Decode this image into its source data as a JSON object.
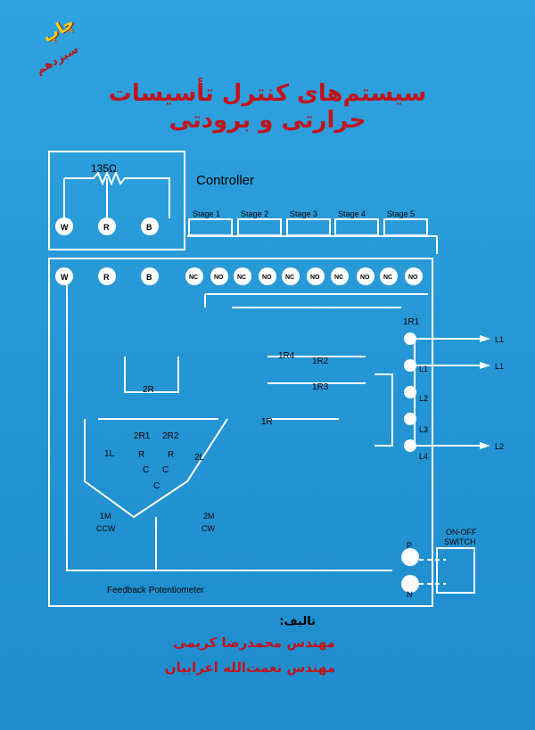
{
  "cover": {
    "badge_text": "چاپ",
    "badge_sub": "سیزدهم",
    "title": "سیستم‌های کنترل تأسیسات حرارتی و برودتی",
    "authors_heading": "تالیف:",
    "authors": [
      "مهندس محمدرضا کریمی",
      "مهندس نعمت‌الله اعرابیان"
    ]
  },
  "diagram": {
    "resistor_label": "135Ω",
    "controller_label": "Controller",
    "stages": [
      "Stage 1",
      "Stage 2",
      "Stage 3",
      "Stage 4",
      "Stage 5"
    ],
    "terminals_top": [
      "W",
      "R",
      "B"
    ],
    "terminals_bottom": [
      "W",
      "R",
      "B"
    ],
    "contacts": [
      "NC",
      "NO",
      "NC",
      "NO",
      "NC",
      "NO",
      "NC",
      "NO",
      "NC",
      "NO"
    ],
    "relays": [
      "1R1",
      "1R4",
      "1R2",
      "1R3",
      "1R",
      "2R",
      "2R1",
      "2R2",
      "R",
      "R",
      "1L",
      "2L",
      "C",
      "C",
      "C"
    ],
    "motor": {
      "ccw_name": "1M",
      "ccw": "CCW",
      "cw_name": "2M",
      "cw": "CW"
    },
    "feedback_label": "Feedback Potentiometer",
    "lines": [
      "L1",
      "L1",
      "L2",
      "L3",
      "L4",
      "L1",
      "L2"
    ],
    "power": [
      "P",
      "N"
    ],
    "switch_label_1": "ON-OFF",
    "switch_label_2": "SWITCH",
    "colors": {
      "background": "#2a9ad8",
      "title": "#c2121a",
      "badge": "#ffd100",
      "wire": "#ffffff"
    }
  }
}
